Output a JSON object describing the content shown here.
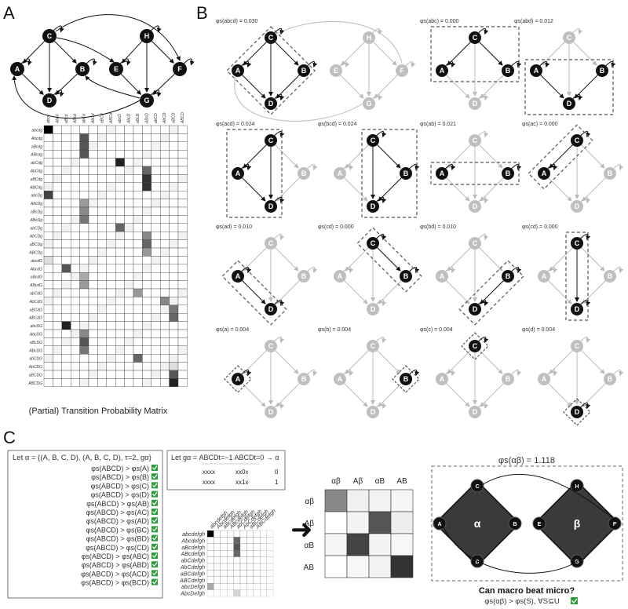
{
  "panel_letters": {
    "a": "A",
    "b": "B",
    "c": "C"
  },
  "panel_a": {
    "nodes": [
      "C",
      "H",
      "A",
      "B",
      "E",
      "F",
      "D",
      "G"
    ],
    "matrix_caption": "(Partial) Transition Probability Matrix",
    "col_labels": [
      "abcd",
      "Abcd",
      "aBcd",
      "ABcd",
      "abCd",
      "AbCd",
      "aBCd",
      "ABCd",
      "abcD",
      "AbcD",
      "aBcD",
      "ABcD",
      "abCD",
      "AbCD",
      "aBCD",
      "ABCD"
    ],
    "row_labels": [
      "abcdg",
      "Abcdg",
      "aBcdg",
      "ABcdg",
      "abCdg",
      "AbCdg",
      "aBCdg",
      "ABCdg",
      "abcDg",
      "AbcDg",
      "aBcDg",
      "ABcDg",
      "abCDg",
      "AbCDg",
      "aBCDg",
      "ABCDg",
      "abcdG",
      "AbcdG",
      "aBcdG",
      "ABcdG",
      "abCdG",
      "AbCdG",
      "aBCdG",
      "ABCdG",
      "abcDG",
      "AbcDG",
      "aBcDG",
      "ABcDG",
      "abCDG",
      "AbCDG",
      "aBCDG",
      "ABCDG"
    ]
  },
  "panel_b": {
    "items": [
      {
        "label": "φs(abcd) = 0.030",
        "on": [
          "A",
          "B",
          "C",
          "D"
        ],
        "full": true
      },
      {
        "label": "φs(abc) = 0.000",
        "on": [
          "A",
          "B",
          "C"
        ]
      },
      {
        "label": "φs(abd) = 0.012",
        "on": [
          "A",
          "B",
          "D"
        ]
      },
      {
        "label": "φs(acd) = 0.024",
        "on": [
          "A",
          "C",
          "D"
        ]
      },
      {
        "label": "φs(bcd) = 0.024",
        "on": [
          "B",
          "C",
          "D"
        ]
      },
      {
        "label": "φs(ab) = 0.021",
        "on": [
          "A",
          "B"
        ]
      },
      {
        "label": "φs(ac) = 0.000",
        "on": [
          "A",
          "C"
        ]
      },
      {
        "label": "φs(ad) = 0.010",
        "on": [
          "A",
          "D"
        ]
      },
      {
        "label": "φs(cd) = 0.000",
        "on": [
          "C",
          "B"
        ]
      },
      {
        "label": "φs(bd) = 0.010",
        "on": [
          "B",
          "D"
        ]
      },
      {
        "label": "φs(cd) = 0.000",
        "on": [
          "C",
          "D"
        ]
      },
      {
        "label": "φs(a) = 0.004",
        "on": [
          "A"
        ]
      },
      {
        "label": "φs(b) = 0.004",
        "on": [
          "B"
        ]
      },
      {
        "label": "φs(c) = 0.004",
        "on": [
          "C"
        ]
      },
      {
        "label": "φs(d) = 0.004",
        "on": [
          "D"
        ]
      }
    ]
  },
  "panel_c": {
    "let_alpha": "Let α = {(A, B, C, D), (A, B, C, D), τ=2, gα}",
    "inequalities": [
      "φs(ABCD) > φs(A)",
      "φs(ABCD) > φs(B)",
      "φs(ABCD) > φs(C)",
      "φs(ABCD) > φs(D)",
      "φs(ABCD) > φs(AB)",
      "φs(ABCD) > φs(AC)",
      "φs(ABCD) > φs(AD)",
      "φs(ABCD) > φs(BC)",
      "φs(ABCD) > φs(BD)",
      "φs(ABCD) > φs(CD)",
      "φs(ABCD) > φs(ABC)",
      "φs(ABCD) > φs(ABD)",
      "φs(ABCD) > φs(ACD)",
      "φs(ABCD) > φs(BCD)"
    ],
    "let_g": "Let gα = ABCDt=−1  ABCDt=0 →  α",
    "g_rows": [
      [
        "xxxx",
        "xx0x",
        "0"
      ],
      [
        "xxxx",
        "xx1x",
        "1"
      ]
    ],
    "small_matrix_labels": [
      "abcdefgh",
      "Abcdefgh",
      "aBcdefgh",
      "ABcdefgh",
      "abCdefgh",
      "AbCdefgh",
      "aBCdefgh",
      "ABCdefgh",
      "abcDefgh",
      "AbcDefgh"
    ],
    "macro_labels": [
      "αβ",
      "Aβ",
      "αB",
      "AB"
    ],
    "phi_title": "φs(αβ) = 1.118",
    "macro_nodes": [
      "C",
      "A",
      "B",
      "D",
      "H",
      "E",
      "F",
      "G"
    ],
    "macro_group_labels": [
      "α",
      "β"
    ],
    "question": "Can macro beat micro?",
    "conclusion": "φs(αβ) > φs(S), ∀S⊆U"
  },
  "colors": {
    "node_dark": "#111111",
    "node_gray": "#bfbfbf",
    "check_green": "#2e9e3a"
  }
}
